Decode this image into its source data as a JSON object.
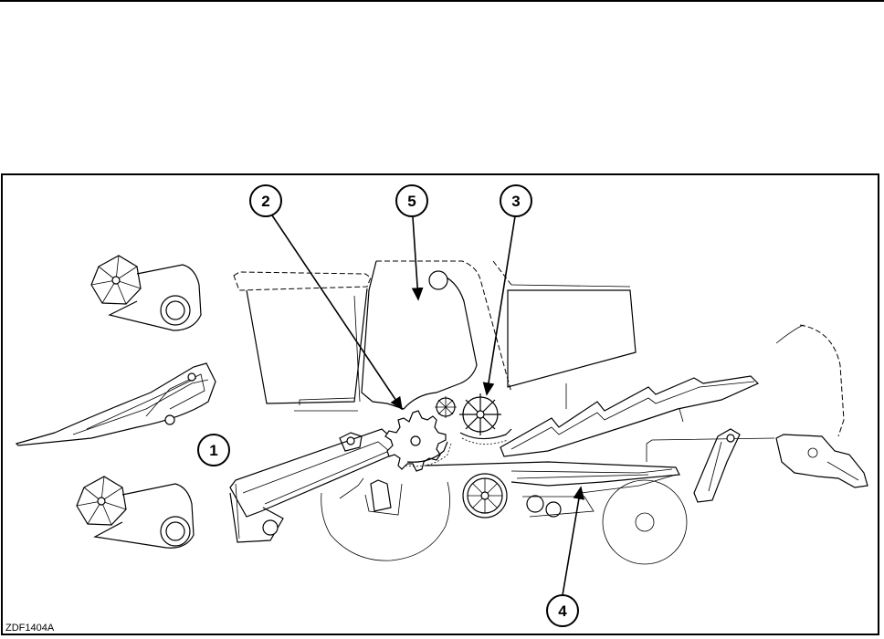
{
  "figure": {
    "id": "ZDF1404A",
    "callouts": [
      {
        "key": "c1",
        "label": "1"
      },
      {
        "key": "c2",
        "label": "2"
      },
      {
        "key": "c3",
        "label": "3"
      },
      {
        "key": "c4",
        "label": "4"
      },
      {
        "key": "c5",
        "label": "5"
      }
    ]
  }
}
